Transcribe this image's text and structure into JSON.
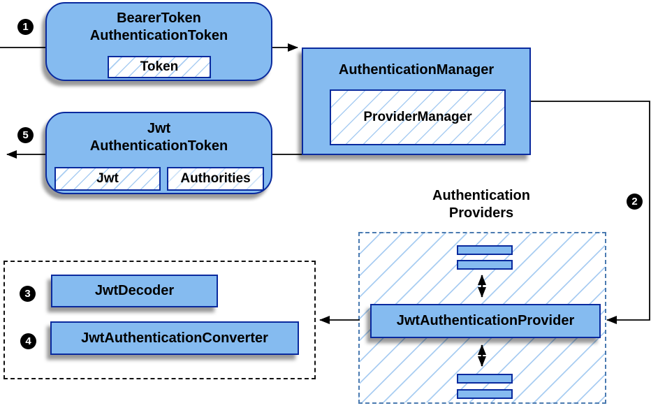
{
  "colors": {
    "node_fill": "#85BBF0",
    "node_border": "#0A2A9E",
    "hatch_line": "#A9CDF2",
    "providers_dash_border": "#4A7AB0",
    "left_dash_border": "#111111",
    "connector": "#000000",
    "shadow": "rgba(0,0,0,0.40)"
  },
  "nodes": {
    "bearer_token": {
      "title_line1": "BearerToken",
      "title_line2": "AuthenticationToken",
      "field": "Token"
    },
    "authentication_manager": {
      "title": "AuthenticationManager",
      "field": "ProviderManager"
    },
    "jwt_authentication_token": {
      "title_line1": "Jwt",
      "title_line2": "AuthenticationToken",
      "field1": "Jwt",
      "field2": "Authorities"
    },
    "jwt_decoder": {
      "title": "JwtDecoder"
    },
    "jwt_authentication_converter": {
      "title": "JwtAuthenticationConverter"
    },
    "jwt_authentication_provider": {
      "title": "JwtAuthenticationProvider"
    }
  },
  "groups": {
    "authentication_providers": {
      "title_line1": "Authentication",
      "title_line2": "Providers"
    }
  },
  "steps": [
    {
      "n": "1"
    },
    {
      "n": "2"
    },
    {
      "n": "3"
    },
    {
      "n": "4"
    },
    {
      "n": "5"
    }
  ]
}
